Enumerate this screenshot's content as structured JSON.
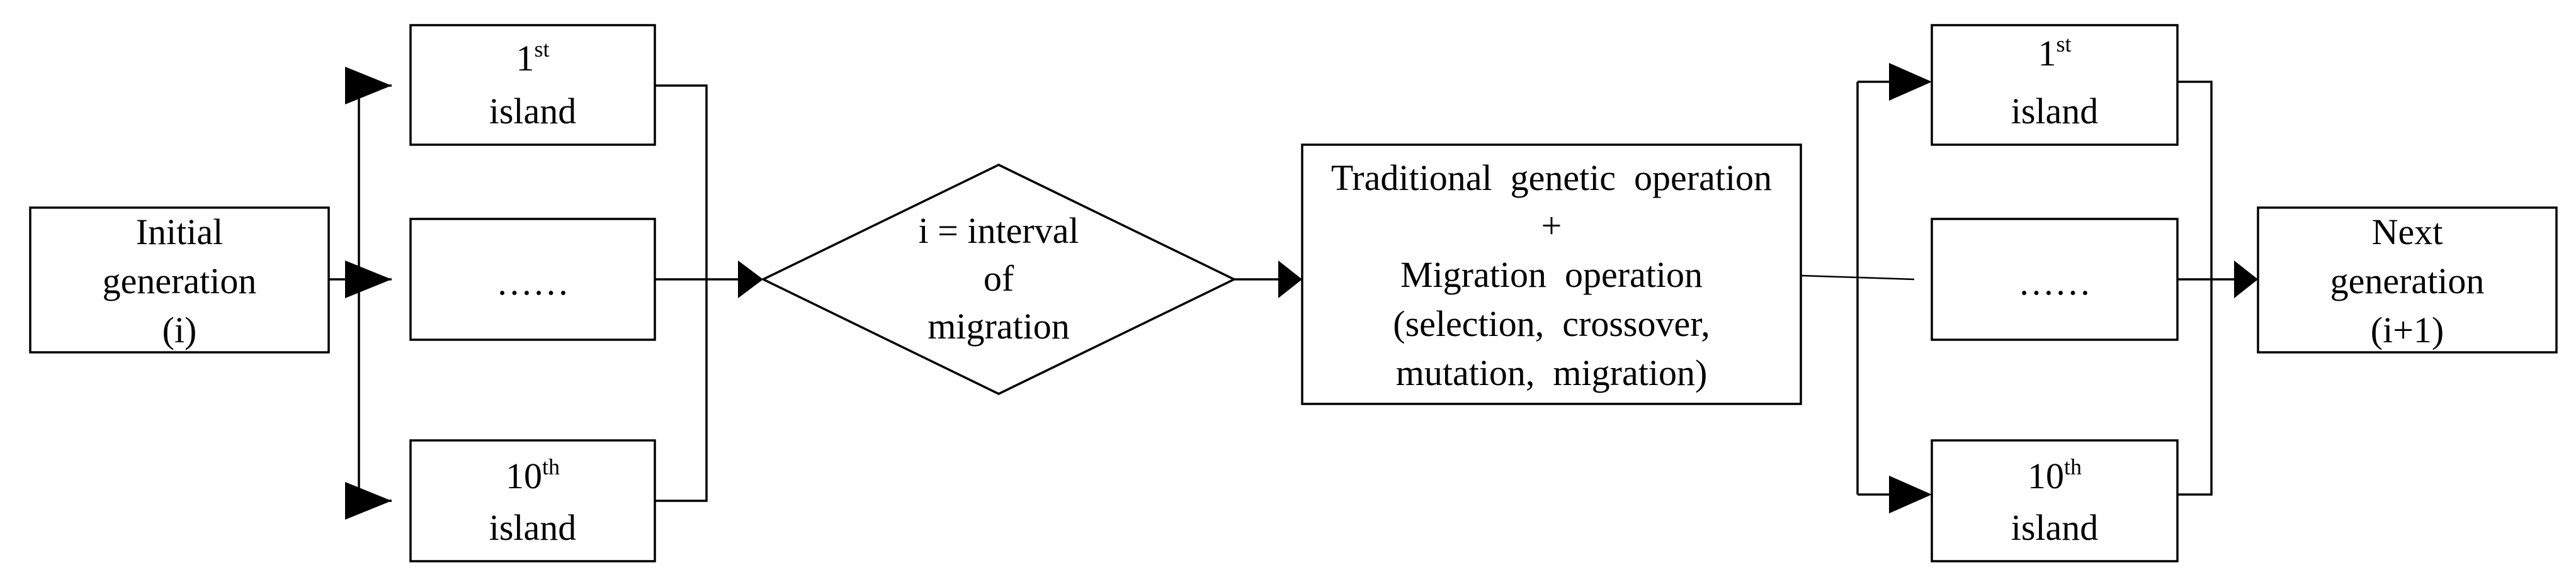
{
  "nodes": {
    "initial": {
      "lines": [
        "Initial",
        "generation",
        "(i)"
      ]
    },
    "left_island_first": {
      "ordinal": "1",
      "suffix": "st",
      "word": "island"
    },
    "left_island_middle": {
      "text": "……"
    },
    "left_island_last": {
      "ordinal": "10",
      "suffix": "th",
      "word": "island"
    },
    "decision": {
      "lines": [
        "i = interval",
        "of",
        "migration"
      ]
    },
    "operation": {
      "lines": [
        "Traditional  genetic  operation",
        "+",
        "Migration  operation",
        "(selection,  crossover,",
        "mutation,  migration)"
      ]
    },
    "right_island_first": {
      "ordinal": "1",
      "suffix": "st",
      "word": "island"
    },
    "right_island_middle": {
      "text": "……"
    },
    "right_island_last": {
      "ordinal": "10",
      "suffix": "th",
      "word": "island"
    },
    "next": {
      "lines": [
        "Next",
        "generation",
        "(i+1)"
      ]
    }
  }
}
